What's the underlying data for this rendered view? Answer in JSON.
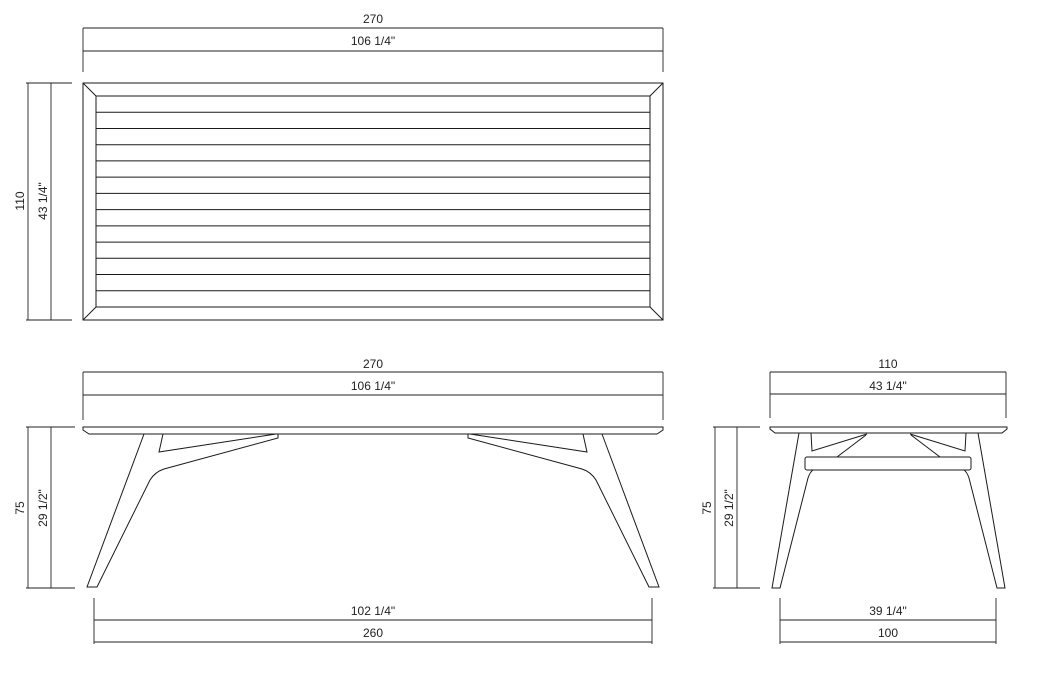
{
  "top_view": {
    "length_cm": "270",
    "length_in": "106 1/4\"",
    "width_cm": "110",
    "width_in": "43 1/4\""
  },
  "front_view": {
    "length_cm": "270",
    "length_in": "106 1/4\"",
    "height_cm": "75",
    "height_in": "29 1/2\"",
    "leg_span_in": "102 1/4\"",
    "leg_span_cm": "260"
  },
  "side_view": {
    "width_cm": "110",
    "width_in": "43 1/4\"",
    "height_cm": "75",
    "height_in": "29 1/2\"",
    "leg_span_in": "39 1/4\"",
    "leg_span_cm": "100"
  }
}
